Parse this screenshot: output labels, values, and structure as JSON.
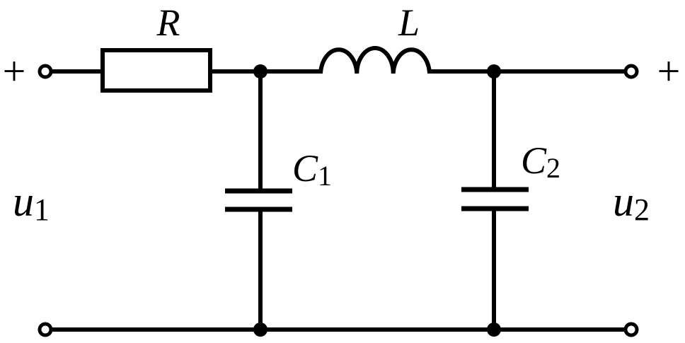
{
  "diagram": {
    "resistor_label": "R",
    "inductor_label": "L",
    "capacitor1": {
      "letter": "C",
      "subscript": "1"
    },
    "capacitor2": {
      "letter": "C",
      "subscript": "2"
    },
    "input_voltage": {
      "letter": "u",
      "subscript": "1"
    },
    "output_voltage": {
      "letter": "u",
      "subscript": "2"
    },
    "input_plus": "+",
    "output_plus": "+"
  }
}
